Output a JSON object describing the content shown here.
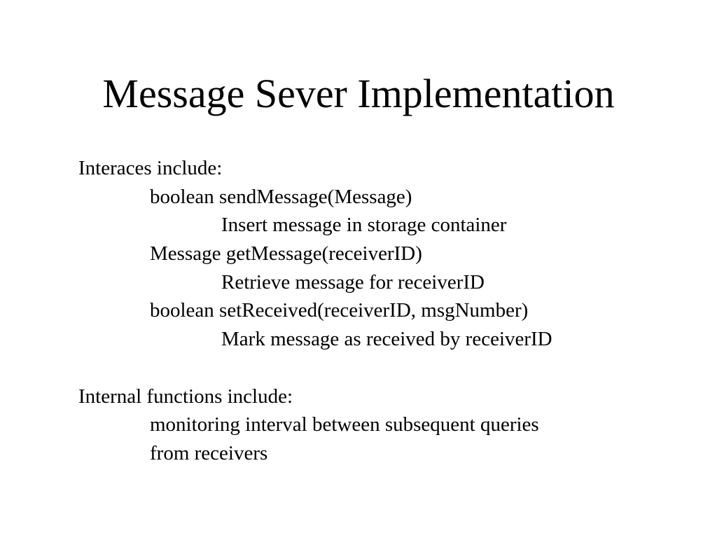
{
  "slide": {
    "title": "Message Sever Implementation",
    "sections": [
      {
        "heading": "Interaces include:",
        "items": [
          {
            "signature": "boolean sendMessage(Message)",
            "description": "Insert message in storage container"
          },
          {
            "signature": "Message getMessage(receiverID)",
            "description": "Retrieve message for receiverID"
          },
          {
            "signature": "boolean setReceived(receiverID, msgNumber)",
            "description": "Mark message as received by receiverID"
          }
        ]
      },
      {
        "heading": "Internal functions include:",
        "lines": [
          "monitoring interval between subsequent queries",
          "from receivers"
        ]
      }
    ]
  }
}
